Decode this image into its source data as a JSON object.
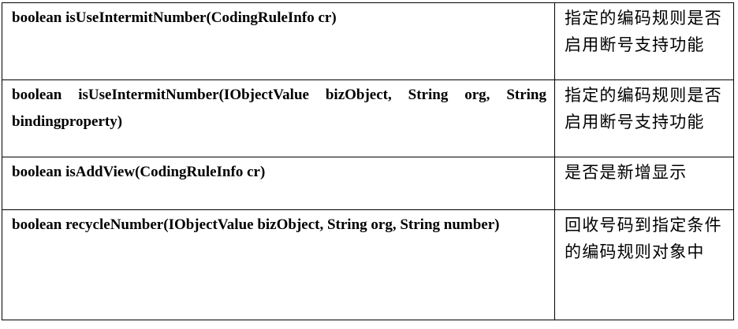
{
  "rows": [
    {
      "signature": "boolean isUseIntermitNumber(CodingRuleInfo cr)",
      "description": "指定的编码规则是否启用断号支持功能"
    },
    {
      "signature": "boolean isUseIntermitNumber(IObjectValue bizObject, String org, String bindingproperty)",
      "description": "指定的编码规则是否启用断号支持功能"
    },
    {
      "signature": "boolean isAddView(CodingRuleInfo cr)",
      "description": "是否是新增显示"
    },
    {
      "signature": "boolean recycleNumber(IObjectValue bizObject, String org, String number)",
      "description": "回收号码到指定条件的编码规则对象中"
    }
  ]
}
